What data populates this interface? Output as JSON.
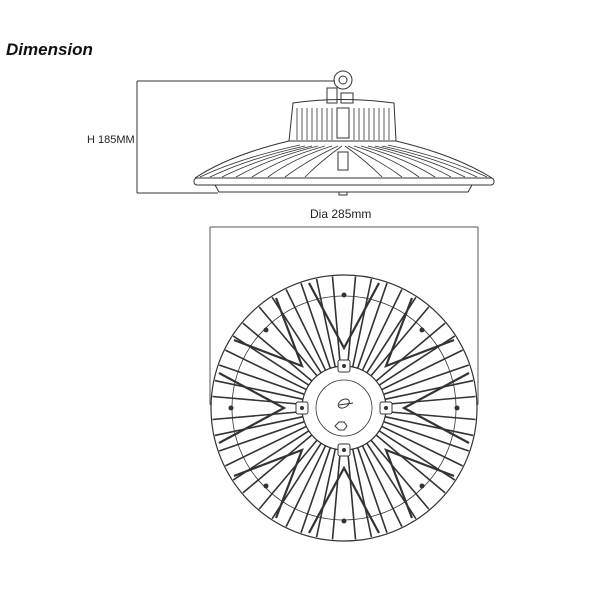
{
  "title": "Dimension",
  "side_view": {
    "height_label": "H 185MM"
  },
  "top_view": {
    "diameter_label": "Dia 285mm"
  },
  "colors": {
    "line": "#333333",
    "background": "#ffffff"
  }
}
